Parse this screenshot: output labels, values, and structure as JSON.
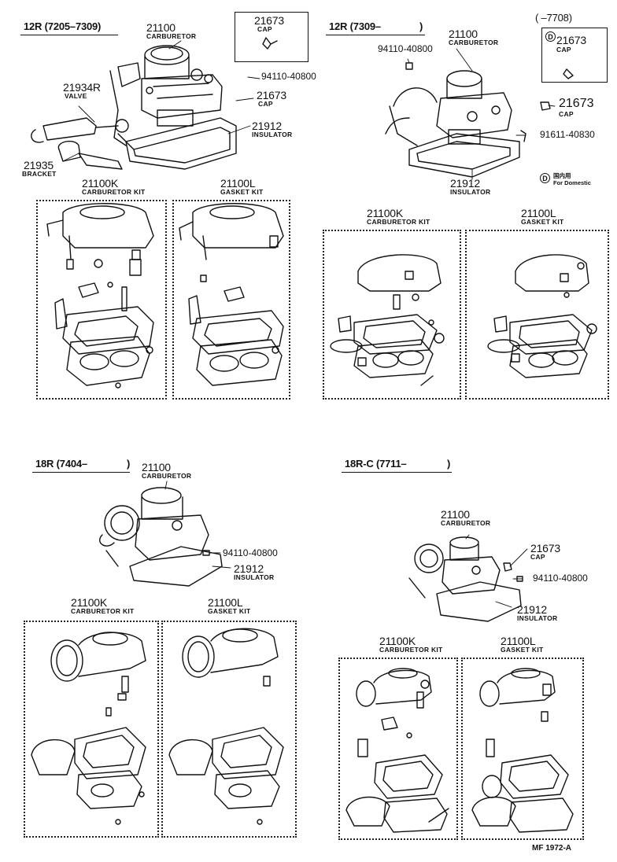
{
  "sections": {
    "s12r_early": "12R (7205–7309)",
    "s12r_late_a": "12R (7309–",
    "s12r_late_b": ")",
    "s18r_a": "18R (7404–",
    "s18r_b": ")",
    "s18rc_a": "18R-C (7711–",
    "s18rc_b": ")"
  },
  "cap_box_left": {
    "part": "21673",
    "name": "CAP"
  },
  "cap_box_right": {
    "range": "(     –7708)",
    "marker": "D",
    "part": "21673",
    "name": "CAP"
  },
  "domestic_note": {
    "marker": "D",
    "jp": "国内用",
    "en": "For Domestic"
  },
  "parts": {
    "a_carb_pn": "21100",
    "a_carb_nm": "CARBURETOR",
    "a_valve_pn": "21934R",
    "a_valve_nm": "VALVE",
    "a_bolt_pn": "94110-40800",
    "a_cap_pn": "21673",
    "a_cap_nm": "CAP",
    "a_ins_pn": "21912",
    "a_ins_nm": "INSULATOR",
    "a_br_pn": "21935",
    "a_br_nm": "BRACKET",
    "a_kit_pn": "21100K",
    "a_kit_nm": "CARBURETOR KIT",
    "a_gas_pn": "21100L",
    "a_gas_nm": "GASKET KIT",
    "b_bolt_pn": "94110-40800",
    "b_carb_pn": "21100",
    "b_carb_nm": "CARBURETOR",
    "b_cap_pn": "21673",
    "b_cap_nm": "CAP",
    "b_screw_pn": "91611-40830",
    "b_ins_pn": "21912",
    "b_ins_nm": "INSULATOR",
    "b_kit_pn": "21100K",
    "b_kit_nm": "CARBURETOR KIT",
    "b_gas_pn": "21100L",
    "b_gas_nm": "GASKET KIT",
    "c_carb_pn": "21100",
    "c_carb_nm": "CARBURETOR",
    "c_bolt_pn": "94110-40800",
    "c_ins_pn": "21912",
    "c_ins_nm": "INSULATOR",
    "c_kit_pn": "21100K",
    "c_kit_nm": "CARBURETOR KIT",
    "c_gas_pn": "21100L",
    "c_gas_nm": "GASKET KIT",
    "d_carb_pn": "21100",
    "d_carb_nm": "CARBURETOR",
    "d_cap_pn": "21673",
    "d_cap_nm": "CAP",
    "d_bolt_pn": "94110-40800",
    "d_ins_pn": "21912",
    "d_ins_nm": "INSULATOR",
    "d_kit_pn": "21100K",
    "d_kit_nm": "CARBURETOR KIT",
    "d_gas_pn": "21100L",
    "d_gas_nm": "GASKET KIT"
  },
  "footer": "MF 1972-A"
}
